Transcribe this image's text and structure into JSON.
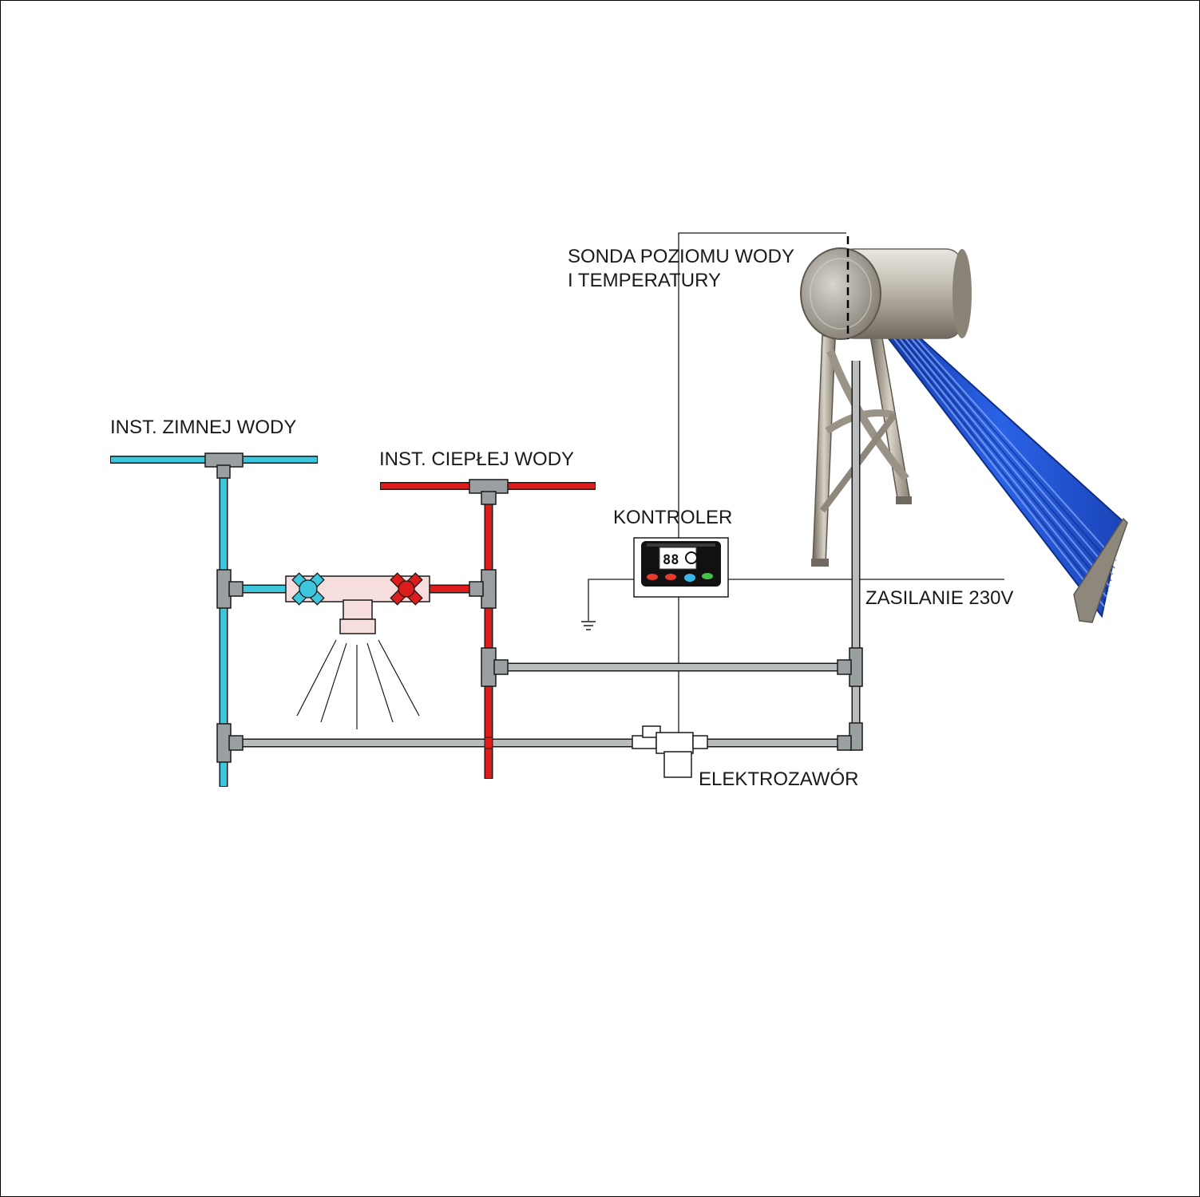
{
  "labels": {
    "cold_installation": "INST. ZIMNEJ WODY",
    "hot_installation": "INST. CIEPŁEJ WODY",
    "probe_line1": "SONDA POZIOMU WODY",
    "probe_line2": "I TEMPERATURY",
    "controller": "KONTROLER",
    "power_supply": "ZASILANIE 230V",
    "solenoid_valve": "ELEKTROZAWÓR"
  },
  "controller_display": "88",
  "colors": {
    "cold_pipe": "#3ec6dc",
    "hot_pipe": "#dd1c1c",
    "solar_pipe": "#b9bcbc",
    "fitting": "#9aa0a2",
    "outline": "#1a1a1a",
    "panel_blue": "#1f4fd0",
    "tank_steel": "#b9b4aa",
    "mixer_body": "#f7dede"
  },
  "icons": [
    "ground-icon",
    "cold-tap-icon",
    "hot-tap-icon",
    "shower-head-icon",
    "solar-collector-icon",
    "controller-icon",
    "solenoid-valve-icon"
  ]
}
